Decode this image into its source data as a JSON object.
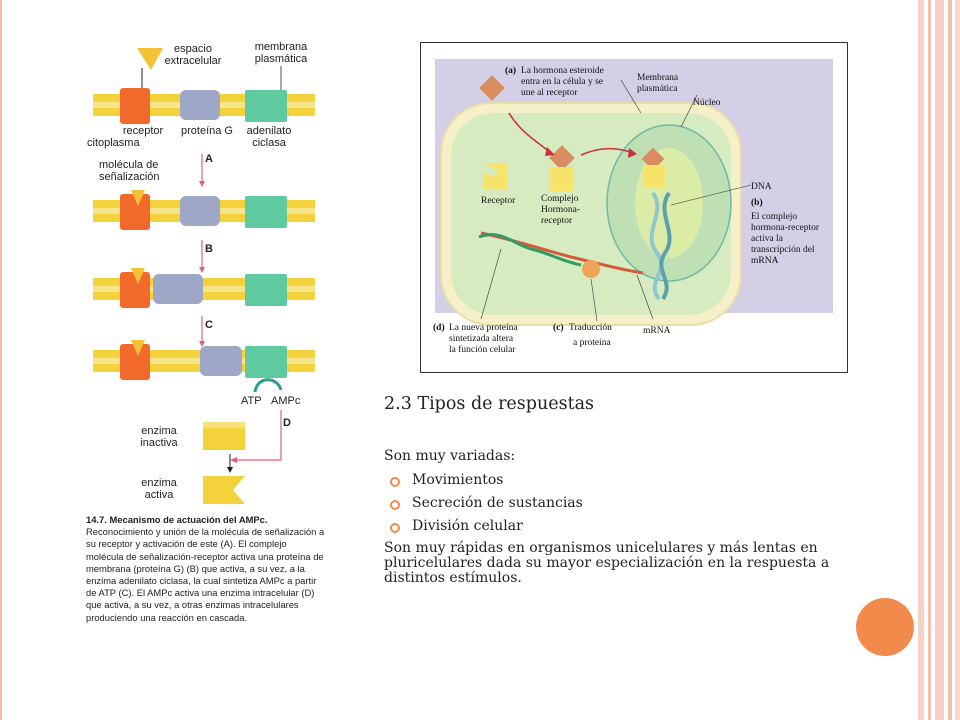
{
  "left_figure": {
    "labels": {
      "espacio": "espacio",
      "extracelular": "extracelular",
      "membrana": "membrana",
      "plasmatica": "plasmática",
      "receptor": "receptor",
      "proteina_g": "proteína G",
      "adenilato": "adenilato",
      "ciclasa": "ciclasa",
      "citoplasma": "citoplasma",
      "molecula_de": "molécula de",
      "senalizacion": "señalización",
      "step_a": "A",
      "step_b": "B",
      "step_c": "C",
      "step_d": "D",
      "atp": "ATP",
      "ampc": "AMPc",
      "enzima1": "enzima",
      "inactiva": "inactiva",
      "enzima2": "enzima",
      "activa": "activa"
    },
    "caption": {
      "title": "14.7. Mecanismo de actuación del AMPc.",
      "body": "Reconocimiento y unión de la molécula de señalización a su receptor y activación de este (A). El complejo molécula de señalización-receptor activa una proteína de membrana (proteína G) (B) que activa, a su vez, a la enzima adenilato ciclasa, la cual sintetiza AMPc a partir de ATP (C). El AMPc activa una enzima intracelular (D) que activa, a su vez, a otras enzimas intracelulares produciendo una reacción en cascada."
    }
  },
  "right_figure": {
    "labels": {
      "a_tag": "(a)",
      "a1": "La hormona esteroide",
      "a2": "entra en la célula y se",
      "a3": "une al receptor",
      "membrana1": "Membrana",
      "membrana2": "plasmática",
      "nucleo": "Núcleo",
      "receptor": "Receptor",
      "complejo1": "Complejo",
      "complejo2": "Hormona-",
      "complejo3": "receptor",
      "dna": "DNA",
      "b_tag": "(b)",
      "b1": "El complejo",
      "b2": "hormona-receptor",
      "b3": "activa la",
      "b4": "transcripción del",
      "b5": "mRNA",
      "d_tag": "(d)",
      "d1": "La nueva proteína",
      "d2": "sintetizada altera",
      "d3": "la función celular",
      "c_tag": "(c)",
      "c1": "Traducción",
      "c2": "a proteína",
      "mrna": "mRNA"
    }
  },
  "text": {
    "heading": "2.3 Tipos de respuestas",
    "intro": "Son muy variadas:",
    "bullets": [
      "Movimientos",
      "Secreción de sustancias",
      "División celular"
    ],
    "paragraph": "Son muy rápidas en organismos unicelulares y más lentas en pluricelulares dada su mayor especialización en la respuesta a distintos estímulos."
  },
  "colors": {
    "accent": "#f28a4b",
    "border_pink": "#f3b8a8",
    "membrane_yellow": "#f4d23c",
    "receptor_orange": "#f26a2b",
    "protein_gray": "#9ea7c6",
    "adenylate_green": "#5fc9a0",
    "cell_fill": "#d7ebc1",
    "cell_bg": "#d4cfe6"
  }
}
